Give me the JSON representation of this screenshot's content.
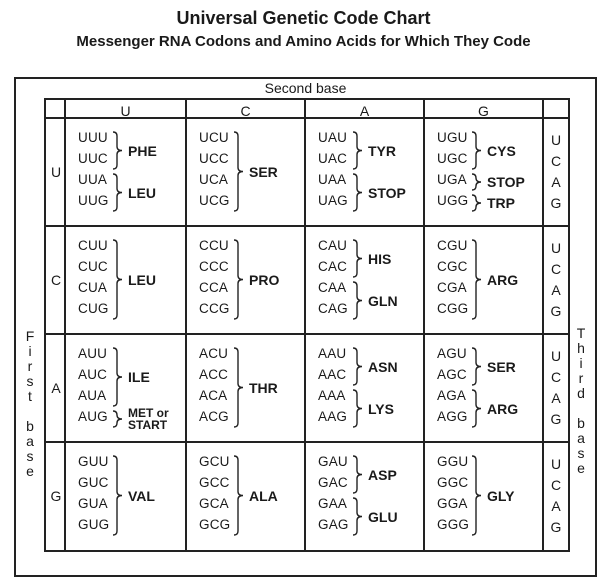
{
  "title": "Universal Genetic Code Chart",
  "subtitle": "Messenger RNA Codons and Amino Acids for Which They Code",
  "second_base_label": "Second base",
  "first_base_label": [
    "F",
    "i",
    "r",
    "s",
    "t",
    "",
    "b",
    "a",
    "s",
    "e"
  ],
  "third_base_label": [
    "T",
    "h",
    "i",
    "r",
    "d",
    "",
    "b",
    "a",
    "s",
    "e"
  ],
  "second_bases": [
    "U",
    "C",
    "A",
    "G"
  ],
  "first_bases": [
    "U",
    "C",
    "A",
    "G"
  ],
  "third_bases": [
    "U",
    "C",
    "A",
    "G"
  ],
  "rows": [
    {
      "first": "U",
      "cells": [
        {
          "codons": [
            "UUU",
            "UUC",
            "UUA",
            "UUG"
          ],
          "groups": [
            {
              "from": 0,
              "to": 1,
              "aa": [
                "PHE"
              ]
            },
            {
              "from": 2,
              "to": 3,
              "aa": [
                "LEU"
              ]
            }
          ]
        },
        {
          "codons": [
            "UCU",
            "UCC",
            "UCA",
            "UCG"
          ],
          "groups": [
            {
              "from": 0,
              "to": 3,
              "aa": [
                "SER"
              ]
            }
          ]
        },
        {
          "codons": [
            "UAU",
            "UAC",
            "UAA",
            "UAG"
          ],
          "groups": [
            {
              "from": 0,
              "to": 1,
              "aa": [
                "TYR"
              ]
            },
            {
              "from": 2,
              "to": 3,
              "aa": [
                "STOP"
              ]
            }
          ]
        },
        {
          "codons": [
            "UGU",
            "UGC",
            "UGA",
            "UGG"
          ],
          "groups": [
            {
              "from": 0,
              "to": 1,
              "aa": [
                "CYS"
              ]
            },
            {
              "from": 2,
              "to": 2,
              "aa": [
                "STOP"
              ]
            },
            {
              "from": 3,
              "to": 3,
              "aa": [
                "TRP"
              ]
            }
          ]
        }
      ]
    },
    {
      "first": "C",
      "cells": [
        {
          "codons": [
            "CUU",
            "CUC",
            "CUA",
            "CUG"
          ],
          "groups": [
            {
              "from": 0,
              "to": 3,
              "aa": [
                "LEU"
              ]
            }
          ]
        },
        {
          "codons": [
            "CCU",
            "CCC",
            "CCA",
            "CCG"
          ],
          "groups": [
            {
              "from": 0,
              "to": 3,
              "aa": [
                "PRO"
              ]
            }
          ]
        },
        {
          "codons": [
            "CAU",
            "CAC",
            "CAA",
            "CAG"
          ],
          "groups": [
            {
              "from": 0,
              "to": 1,
              "aa": [
                "HIS"
              ]
            },
            {
              "from": 2,
              "to": 3,
              "aa": [
                "GLN"
              ]
            }
          ]
        },
        {
          "codons": [
            "CGU",
            "CGC",
            "CGA",
            "CGG"
          ],
          "groups": [
            {
              "from": 0,
              "to": 3,
              "aa": [
                "ARG"
              ]
            }
          ]
        }
      ]
    },
    {
      "first": "A",
      "cells": [
        {
          "codons": [
            "AUU",
            "AUC",
            "AUA",
            "AUG"
          ],
          "groups": [
            {
              "from": 0,
              "to": 2,
              "aa": [
                "ILE"
              ]
            },
            {
              "from": 3,
              "to": 3,
              "aa": [
                "MET or",
                "START"
              ]
            }
          ]
        },
        {
          "codons": [
            "ACU",
            "ACC",
            "ACA",
            "ACG"
          ],
          "groups": [
            {
              "from": 0,
              "to": 3,
              "aa": [
                "THR"
              ]
            }
          ]
        },
        {
          "codons": [
            "AAU",
            "AAC",
            "AAA",
            "AAG"
          ],
          "groups": [
            {
              "from": 0,
              "to": 1,
              "aa": [
                "ASN"
              ]
            },
            {
              "from": 2,
              "to": 3,
              "aa": [
                "LYS"
              ]
            }
          ]
        },
        {
          "codons": [
            "AGU",
            "AGC",
            "AGA",
            "AGG"
          ],
          "groups": [
            {
              "from": 0,
              "to": 1,
              "aa": [
                "SER"
              ]
            },
            {
              "from": 2,
              "to": 3,
              "aa": [
                "ARG"
              ]
            }
          ]
        }
      ]
    },
    {
      "first": "G",
      "cells": [
        {
          "codons": [
            "GUU",
            "GUC",
            "GUA",
            "GUG"
          ],
          "groups": [
            {
              "from": 0,
              "to": 3,
              "aa": [
                "VAL"
              ]
            }
          ]
        },
        {
          "codons": [
            "GCU",
            "GCC",
            "GCA",
            "GCG"
          ],
          "groups": [
            {
              "from": 0,
              "to": 3,
              "aa": [
                "ALA"
              ]
            }
          ]
        },
        {
          "codons": [
            "GAU",
            "GAC",
            "GAA",
            "GAG"
          ],
          "groups": [
            {
              "from": 0,
              "to": 1,
              "aa": [
                "ASP"
              ]
            },
            {
              "from": 2,
              "to": 3,
              "aa": [
                "GLU"
              ]
            }
          ]
        },
        {
          "codons": [
            "GGU",
            "GGC",
            "GGA",
            "GGG"
          ],
          "groups": [
            {
              "from": 0,
              "to": 3,
              "aa": [
                "GLY"
              ]
            }
          ]
        }
      ]
    }
  ]
}
